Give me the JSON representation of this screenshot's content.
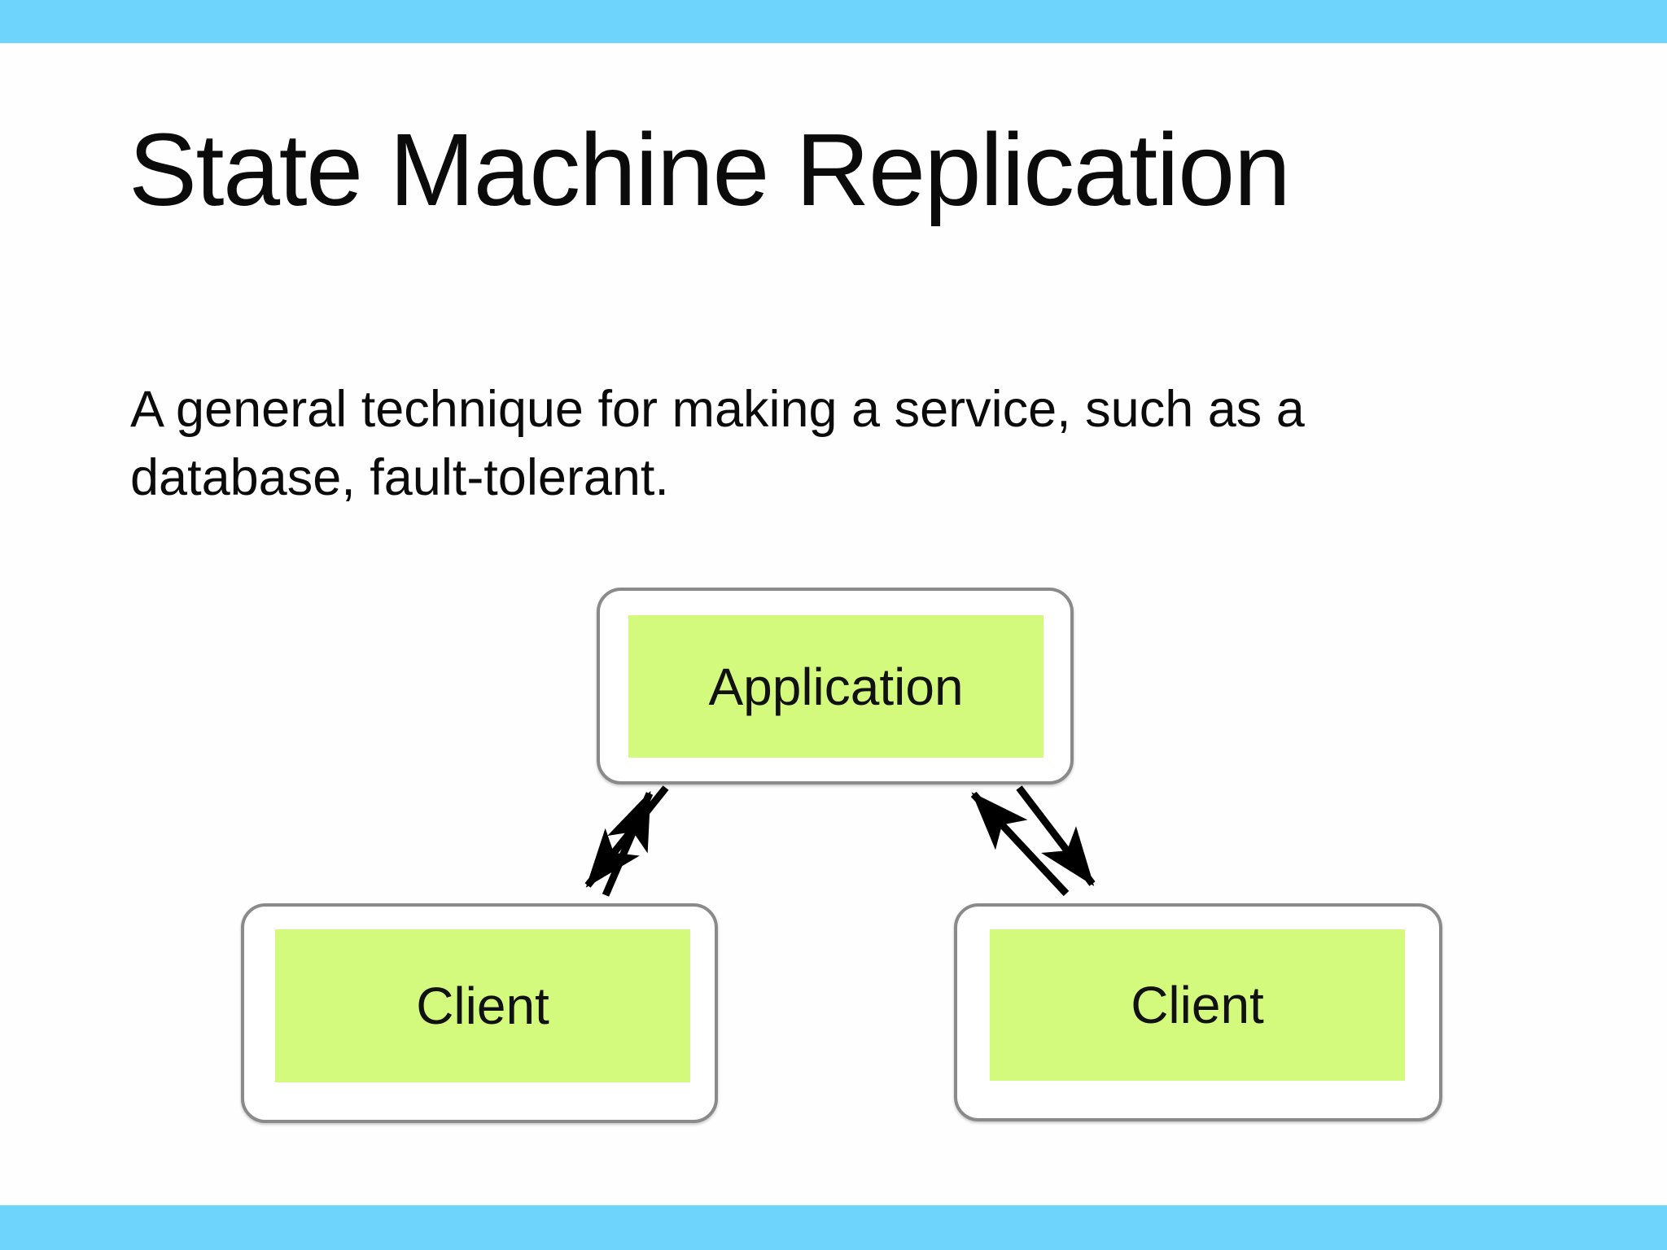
{
  "slide": {
    "title": "State Machine Replication",
    "body_line1": "A general technique for making a service, such as a",
    "body_line2": "database, fault-tolerant.",
    "body_full": "A general technique for making a service, such as a database, fault-tolerant."
  },
  "theme": {
    "band_color": "#6fd4fb",
    "node_fill": "#d3f97d",
    "node_border": "#8a8a8a",
    "node_background": "#ffffff",
    "text_color": "#0b0b0b",
    "arrow_color": "#000000",
    "slide_background": "#ffffff"
  },
  "diagram": {
    "type": "block-diagram",
    "nodes": [
      {
        "id": "application",
        "label": "Application"
      },
      {
        "id": "client-left",
        "label": "Client"
      },
      {
        "id": "client-right",
        "label": "Client"
      }
    ],
    "edges": [
      {
        "id": "client-left-to-application",
        "from": "client-left",
        "to": "application",
        "direction": "up-right"
      },
      {
        "id": "application-to-client-left",
        "from": "application",
        "to": "client-left",
        "direction": "down-left"
      },
      {
        "id": "client-right-to-application",
        "from": "client-right",
        "to": "application",
        "direction": "up-left"
      },
      {
        "id": "application-to-client-right",
        "from": "application",
        "to": "client-right",
        "direction": "down-right"
      }
    ]
  }
}
